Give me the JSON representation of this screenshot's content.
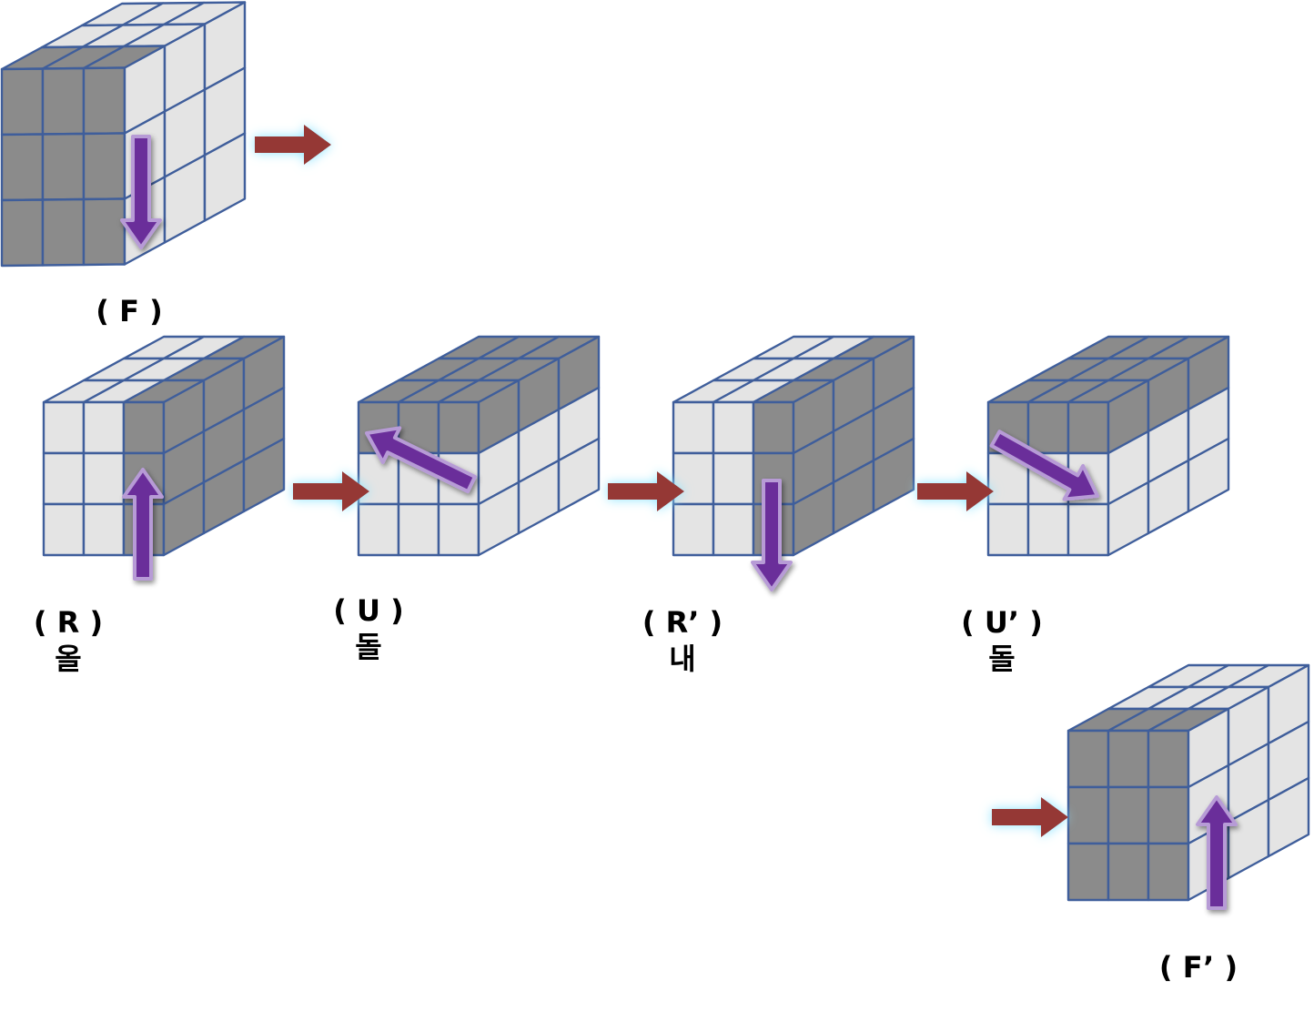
{
  "colors": {
    "dark_face": "#8b8b8b",
    "light_face": "#e4e4e4",
    "grid_line": "#3f5e9b",
    "flow_arrow": "#953735",
    "flow_glow": "#8fe6ff",
    "move_arrow": "#6a2f9a",
    "move_arrow_edge": "#b79bd6"
  },
  "steps": [
    {
      "id": "F",
      "move": "( F )",
      "word": "",
      "top": [
        "L",
        "L",
        "L",
        "L",
        "L",
        "L",
        "D",
        "D",
        "D"
      ],
      "front": [
        "D",
        "D",
        "D",
        "D",
        "D",
        "D",
        "D",
        "D",
        "D"
      ],
      "right": [
        "L",
        "L",
        "L",
        "L",
        "L",
        "L",
        "L",
        "L",
        "L"
      ],
      "move_arrow": "down",
      "flow_arrow_after": true
    },
    {
      "id": "R",
      "move": "( R )",
      "word": "올",
      "top": [
        "L",
        "L",
        "D",
        "L",
        "L",
        "D",
        "L",
        "L",
        "D"
      ],
      "front": [
        "L",
        "L",
        "D",
        "L",
        "L",
        "D",
        "L",
        "L",
        "D"
      ],
      "right": [
        "D",
        "D",
        "D",
        "D",
        "D",
        "D",
        "D",
        "D",
        "D"
      ],
      "move_arrow": "up",
      "flow_arrow_after": true
    },
    {
      "id": "U",
      "move": "( U )",
      "word": "돌",
      "top": [
        "D",
        "D",
        "D",
        "D",
        "D",
        "D",
        "D",
        "D",
        "D"
      ],
      "front": [
        "D",
        "D",
        "D",
        "L",
        "L",
        "L",
        "L",
        "L",
        "L"
      ],
      "right": [
        "D",
        "D",
        "D",
        "L",
        "L",
        "L",
        "L",
        "L",
        "L"
      ],
      "move_arrow": "left",
      "flow_arrow_after": true
    },
    {
      "id": "R_prime",
      "move": "( R’ )",
      "word": "내",
      "top": [
        "L",
        "L",
        "D",
        "L",
        "L",
        "D",
        "L",
        "L",
        "D"
      ],
      "front": [
        "L",
        "L",
        "D",
        "L",
        "L",
        "D",
        "L",
        "L",
        "D"
      ],
      "right": [
        "D",
        "D",
        "D",
        "D",
        "D",
        "D",
        "D",
        "D",
        "D"
      ],
      "move_arrow": "down",
      "flow_arrow_after": true
    },
    {
      "id": "U_prime",
      "move": "( U’ )",
      "word": "돌",
      "top": [
        "D",
        "D",
        "D",
        "D",
        "D",
        "D",
        "D",
        "D",
        "D"
      ],
      "front": [
        "D",
        "D",
        "D",
        "L",
        "L",
        "L",
        "L",
        "L",
        "L"
      ],
      "right": [
        "D",
        "D",
        "D",
        "L",
        "L",
        "L",
        "L",
        "L",
        "L"
      ],
      "move_arrow": "right",
      "flow_arrow_after": false
    },
    {
      "id": "F_prime",
      "move": "( F’ )",
      "word": "",
      "top": [
        "L",
        "L",
        "L",
        "L",
        "L",
        "L",
        "D",
        "D",
        "D"
      ],
      "front": [
        "D",
        "D",
        "D",
        "D",
        "D",
        "D",
        "D",
        "D",
        "D"
      ],
      "right": [
        "L",
        "L",
        "L",
        "L",
        "L",
        "L",
        "L",
        "L",
        "L"
      ],
      "move_arrow": "up",
      "flow_arrow_before": true
    }
  ]
}
